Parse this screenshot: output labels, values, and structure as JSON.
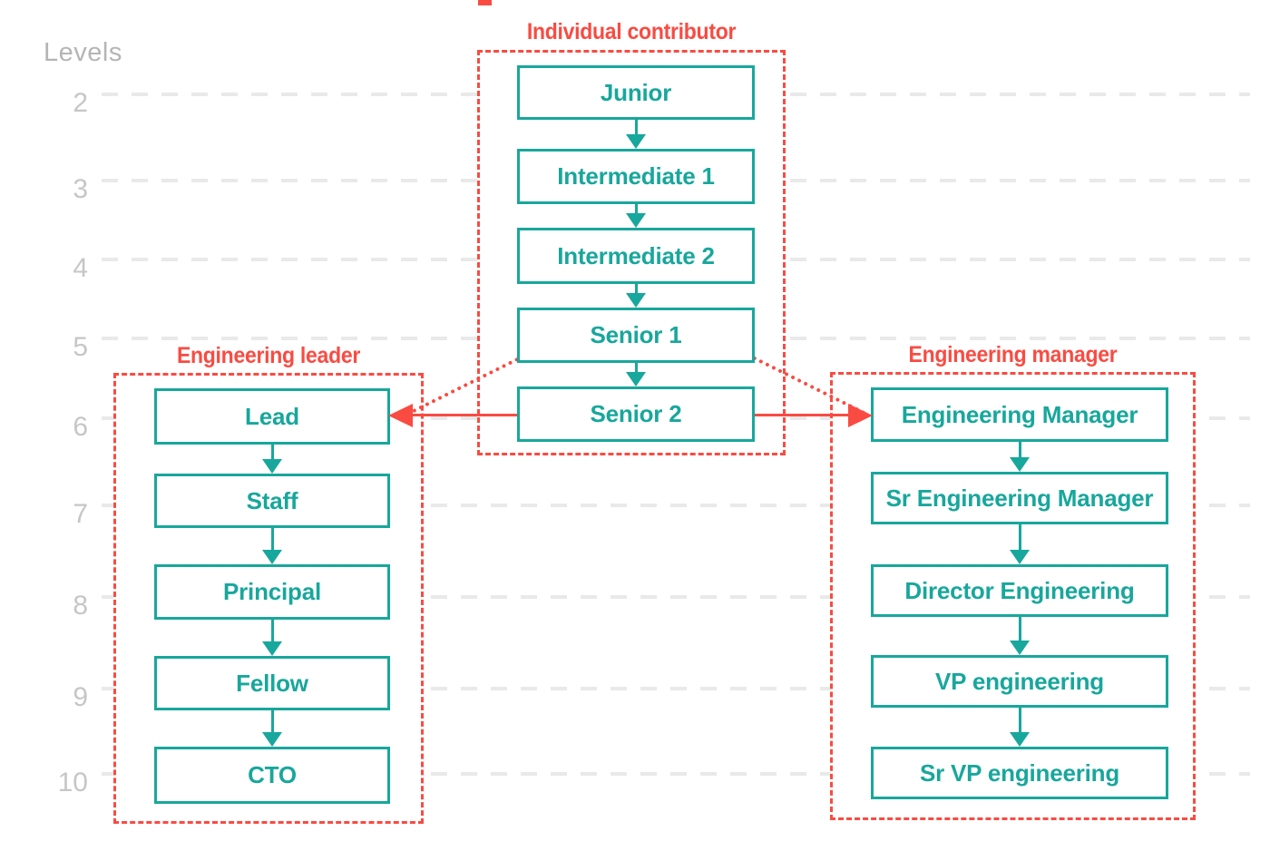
{
  "colors": {
    "teal": "#18a79c",
    "red": "#f94b42",
    "axis_num": "#c6c6c6",
    "axis_title": "#b5b5b5",
    "grid": "#e9e9e9"
  },
  "axis": {
    "title": "Levels",
    "levels": [
      "2",
      "3",
      "4",
      "5",
      "6",
      "7",
      "8",
      "9",
      "10"
    ]
  },
  "tracks": {
    "ic": {
      "label": "Individual contributor",
      "items": [
        "Junior",
        "Intermediate 1",
        "Intermediate 2",
        "Senior 1",
        "Senior 2"
      ]
    },
    "leader": {
      "label": "Engineering leader",
      "items": [
        "Lead",
        "Staff",
        "Principal",
        "Fellow",
        "CTO"
      ]
    },
    "manager": {
      "label": "Engineering manager",
      "items": [
        "Engineering Manager",
        "Sr Engineering Manager",
        "Director Engineering",
        "VP engineering",
        "Sr VP engineering"
      ]
    }
  },
  "connections": [
    {
      "from": "Senior 1",
      "to": "Lead",
      "style": "dotted"
    },
    {
      "from": "Senior 2",
      "to": "Lead",
      "style": "solid"
    },
    {
      "from": "Senior 1",
      "to": "Engineering Manager",
      "style": "dotted"
    },
    {
      "from": "Senior 2",
      "to": "Engineering Manager",
      "style": "solid"
    }
  ]
}
